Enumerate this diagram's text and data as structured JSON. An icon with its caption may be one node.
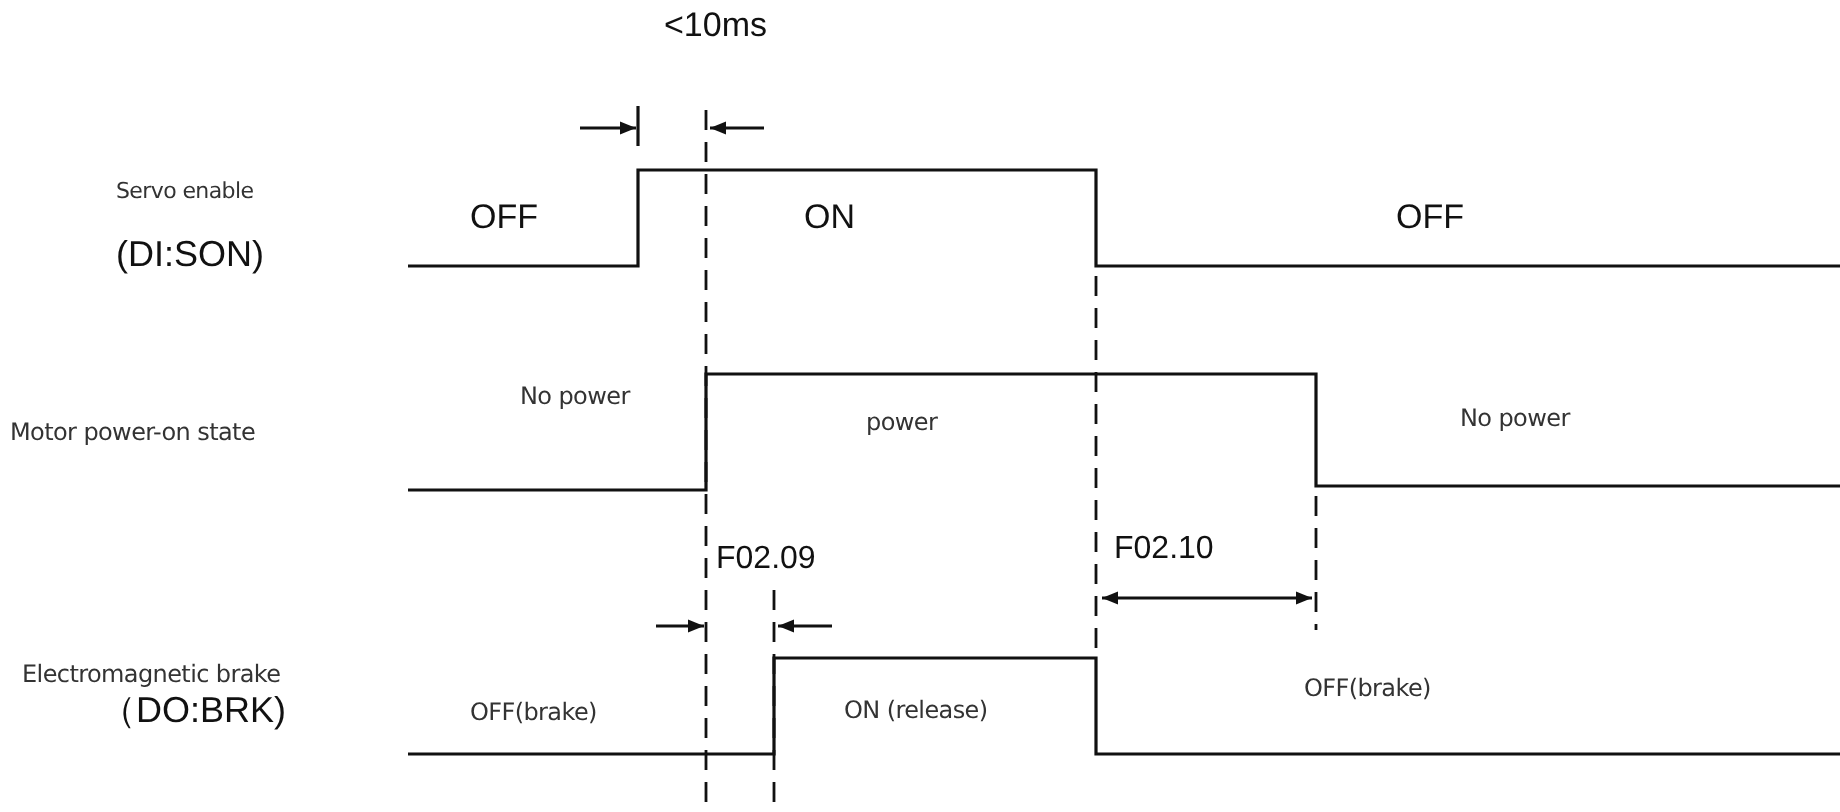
{
  "diagram": {
    "labels": [
      "<10ms",
      "Servo enable",
      "(DI:SON)",
      "OFF",
      "ON",
      "OFF",
      "No power",
      "Motor power-on state",
      "power",
      "No power",
      "F02.09",
      "F02.10",
      "Electromagnetic brake",
      "（DO:BRK)",
      "OFF(brake)",
      "ON (release)",
      "OFF(brake)"
    ]
  }
}
